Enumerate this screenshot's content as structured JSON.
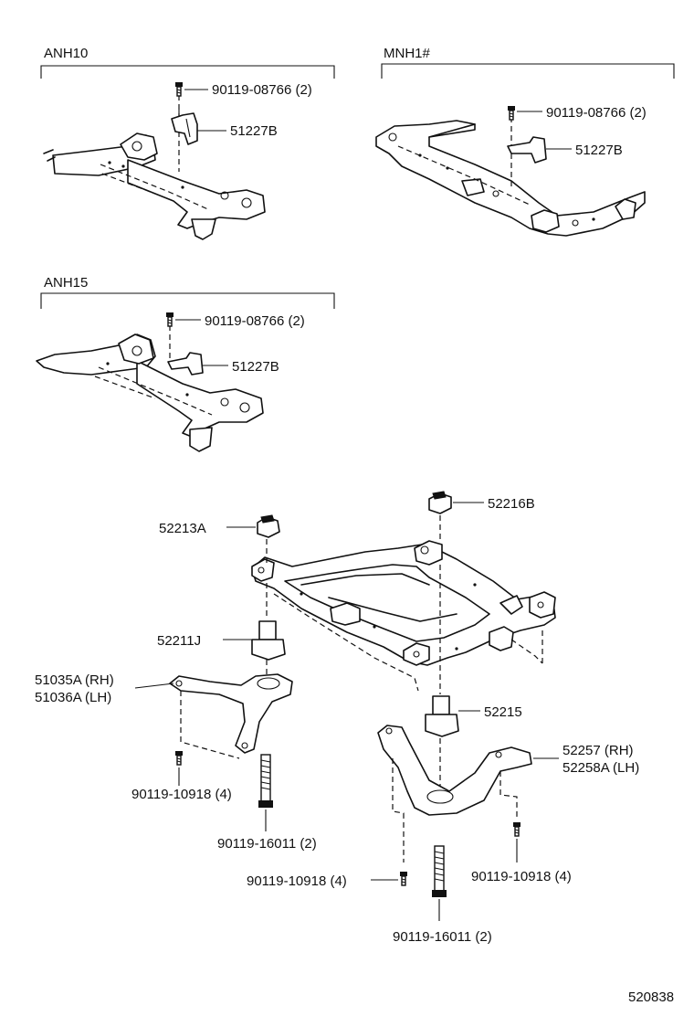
{
  "sections": {
    "anh10": "ANH10",
    "mnh1": "MNH1#",
    "anh15": "ANH15"
  },
  "parts": {
    "anh10_bolt": "90119-08766 (2)",
    "anh10_bracket": "51227B",
    "mnh1_bolt": "90119-08766 (2)",
    "mnh1_bracket": "51227B",
    "anh15_bolt": "90119-08766 (2)",
    "anh15_bracket": "51227B",
    "stopper_upper_left": "52213A",
    "stopper_upper_right": "52216B",
    "cushion_left": "52211J",
    "brace_left_rh": "51035A (RH)",
    "brace_left_lh": "51036A (LH)",
    "bolt_left_small": "90119-10918 (4)",
    "bolt_left_long": "90119-16011 (2)",
    "cushion_right": "52215",
    "brace_right_rh": "52257   (RH)",
    "brace_right_lh": "52258A (LH)",
    "bolt_right_small_a": "90119-10918 (4)",
    "bolt_right_small_b": "90119-10918 (4)",
    "bolt_right_long": "90119-16011 (2)"
  },
  "figure_code": "520838"
}
